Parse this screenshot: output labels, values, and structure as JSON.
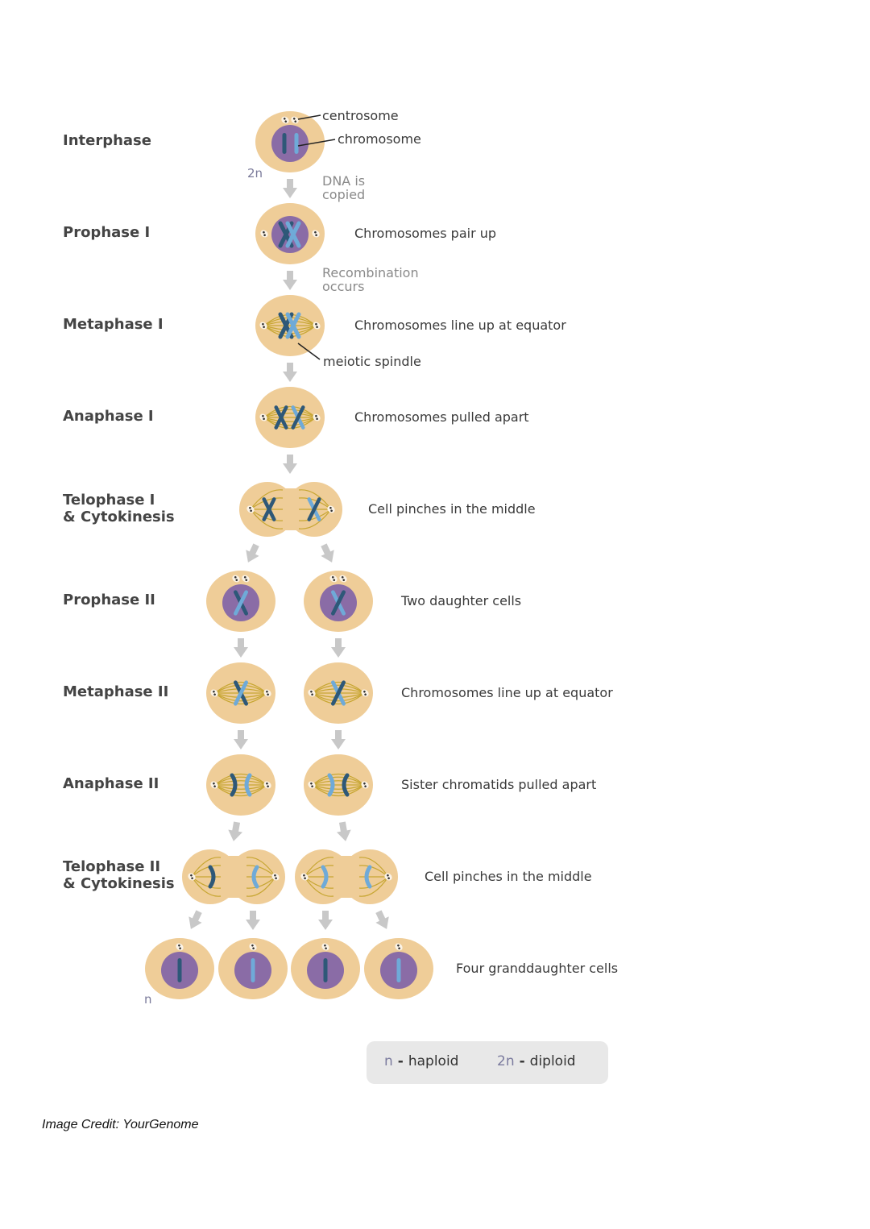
{
  "stages": [
    {
      "label": "Interphase",
      "description": ""
    },
    {
      "label": "Prophase I",
      "description": "Chromosomes pair up"
    },
    {
      "label": "Metaphase I",
      "description": "Chromosomes line up at equator"
    },
    {
      "label": "Anaphase I",
      "description": "Chromosomes pulled apart"
    },
    {
      "label": "Telophase I\n& Cytokinesis",
      "description": "Cell pinches in the middle"
    },
    {
      "label": "Prophase II",
      "description": "Two daughter cells"
    },
    {
      "label": "Metaphase II",
      "description": "Chromosomes line up at equator"
    },
    {
      "label": "Anaphase II",
      "description": "Sister chromatids pulled apart"
    },
    {
      "label": "Telophase II\n& Cytokinesis",
      "description": "Cell pinches in the middle"
    },
    {
      "label": "",
      "description": "Four granddaughter cells"
    }
  ],
  "callouts": {
    "centrosome": "centrosome",
    "chromosome": "chromosome",
    "meiotic_spindle": "meiotic spindle"
  },
  "transition_notes": {
    "dna_copied": "DNA is\ncopied",
    "recombination": "Recombination\noccurs"
  },
  "ploidy_markers": {
    "start": "2n",
    "end": "n"
  },
  "legend": {
    "haploid_symbol": "n",
    "haploid_label": "haploid",
    "diploid_symbol": "2n",
    "diploid_label": "diploid",
    "dash": "-"
  },
  "credit": "Image Credit: YourGenome",
  "colors": {
    "cytoplasm": "#efcd98",
    "nucleus": "#8a6ca6",
    "chromosome_dark": "#2e5878",
    "chromosome_light": "#6faad8",
    "spindle": "#c7a632",
    "arrow": "#c8c8c8",
    "legend_bg": "#e8e8e8"
  }
}
